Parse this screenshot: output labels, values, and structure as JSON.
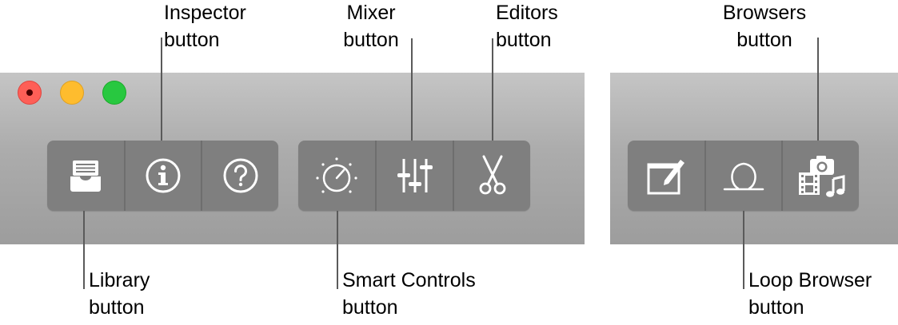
{
  "callouts": {
    "inspector": {
      "line1": "Inspector",
      "line2": "button"
    },
    "mixer": {
      "line1": "Mixer",
      "line2": "button"
    },
    "editors": {
      "line1": "Editors",
      "line2": "button"
    },
    "browsers": {
      "line1": "Browsers",
      "line2": "button"
    },
    "library": {
      "line1": "Library",
      "line2": "button"
    },
    "smart_controls": {
      "line1": "Smart Controls",
      "line2": "button"
    },
    "loop_browser": {
      "line1": "Loop Browser",
      "line2": "button"
    }
  },
  "window_controls": [
    "close",
    "minimize",
    "zoom"
  ],
  "toolbar_groups": [
    {
      "buttons": [
        "library-icon",
        "info-icon",
        "help-icon"
      ]
    },
    {
      "buttons": [
        "smart-controls-knob-icon",
        "mixer-sliders-icon",
        "scissors-icon"
      ]
    },
    {
      "buttons": [
        "notepad-pencil-icon",
        "loop-icon",
        "media-browser-icon"
      ]
    }
  ],
  "colors": {
    "toolbar_top": "#c5c5c5",
    "toolbar_bottom": "#9d9d9d",
    "button_group": "#7f7f7f",
    "icon": "#ffffff",
    "close": "#fe5f57",
    "minimize": "#febc2e",
    "zoom": "#28c840"
  }
}
